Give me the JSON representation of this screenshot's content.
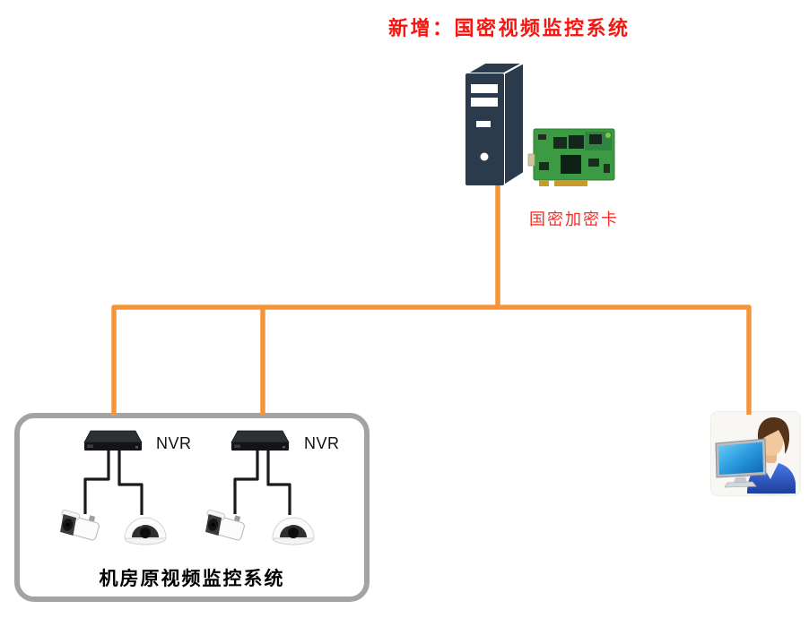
{
  "title": {
    "text": "新增：国密视频监控系统"
  },
  "server": {
    "icon": "server-tower-icon"
  },
  "encryption_card": {
    "icon": "pci-encryption-card-icon",
    "label": "国密加密卡"
  },
  "legacy_system": {
    "box_label": "机房原视频监控系统",
    "nvrs": [
      {
        "label": "NVR"
      },
      {
        "label": "NVR"
      }
    ],
    "cameras": [
      "bullet-camera-icon",
      "dome-camera-icon",
      "bullet-camera-icon",
      "dome-camera-icon"
    ]
  },
  "operator": {
    "icon": "operator-at-computer-icon"
  },
  "colors": {
    "title_red": "#f8150f",
    "card_label_red": "#fa2a1f",
    "connector_orange": "#F5953B",
    "camera_line_black": "#1a1a1a",
    "box_border_gray": "#a3a3a3",
    "server_navy": "#2b3b4c"
  }
}
